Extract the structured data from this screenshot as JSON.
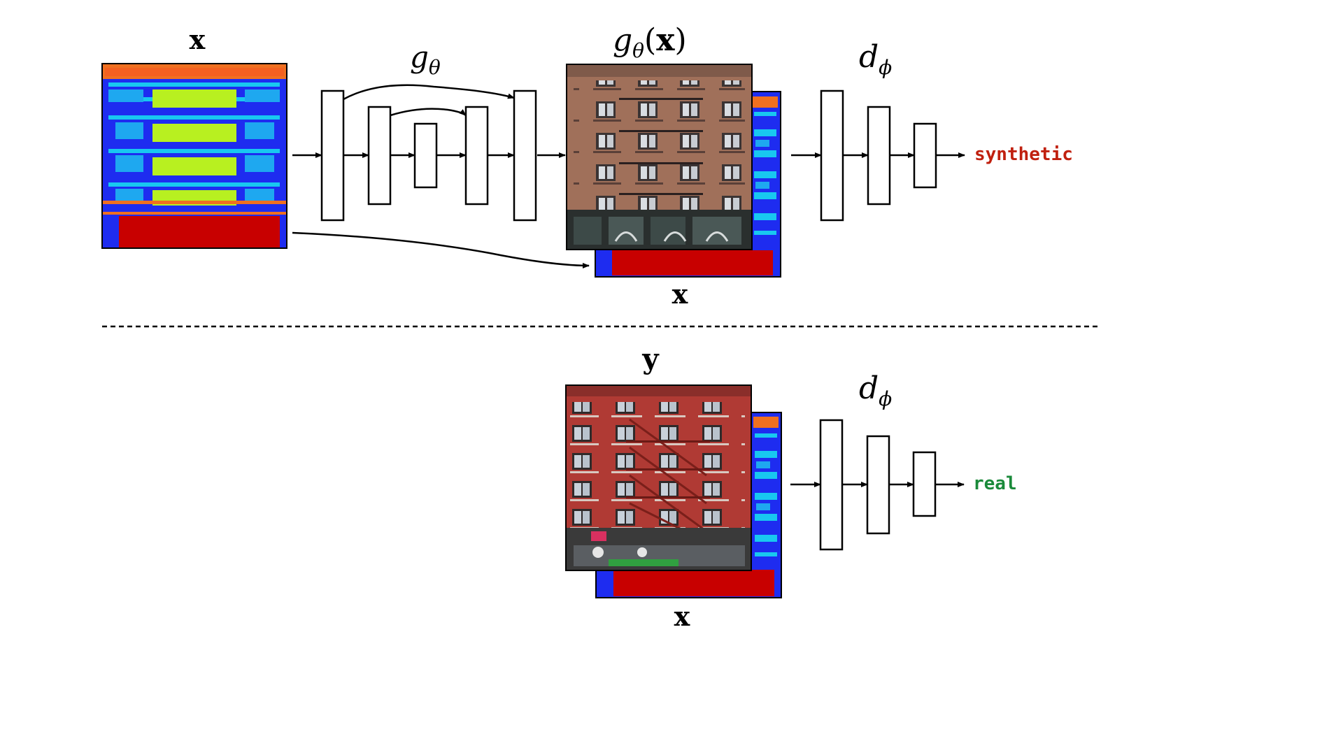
{
  "labels": {
    "input_top": "x",
    "generator": "g",
    "generator_sub": "θ",
    "gen_output_g": "g",
    "gen_output_sub": "θ",
    "gen_output_open": "(",
    "gen_output_x": "x",
    "gen_output_close": ")",
    "cond_top": "x",
    "disc_top": "d",
    "disc_top_sub": "ϕ",
    "real_image": "y",
    "cond_bottom": "x",
    "disc_bottom": "d",
    "disc_bottom_sub": "ϕ"
  },
  "outputs": {
    "top": "synthetic",
    "bottom": "real"
  },
  "colors": {
    "synthetic": "#c0200f",
    "real": "#1a8a3a",
    "label_blue": "#1e2cf0",
    "label_cyan": "#18c8f0",
    "label_red": "#c80000",
    "label_orange": "#f07020",
    "label_lime": "#b8f020",
    "facade_brown": "#a0705a",
    "facade_red": "#b03a34"
  }
}
